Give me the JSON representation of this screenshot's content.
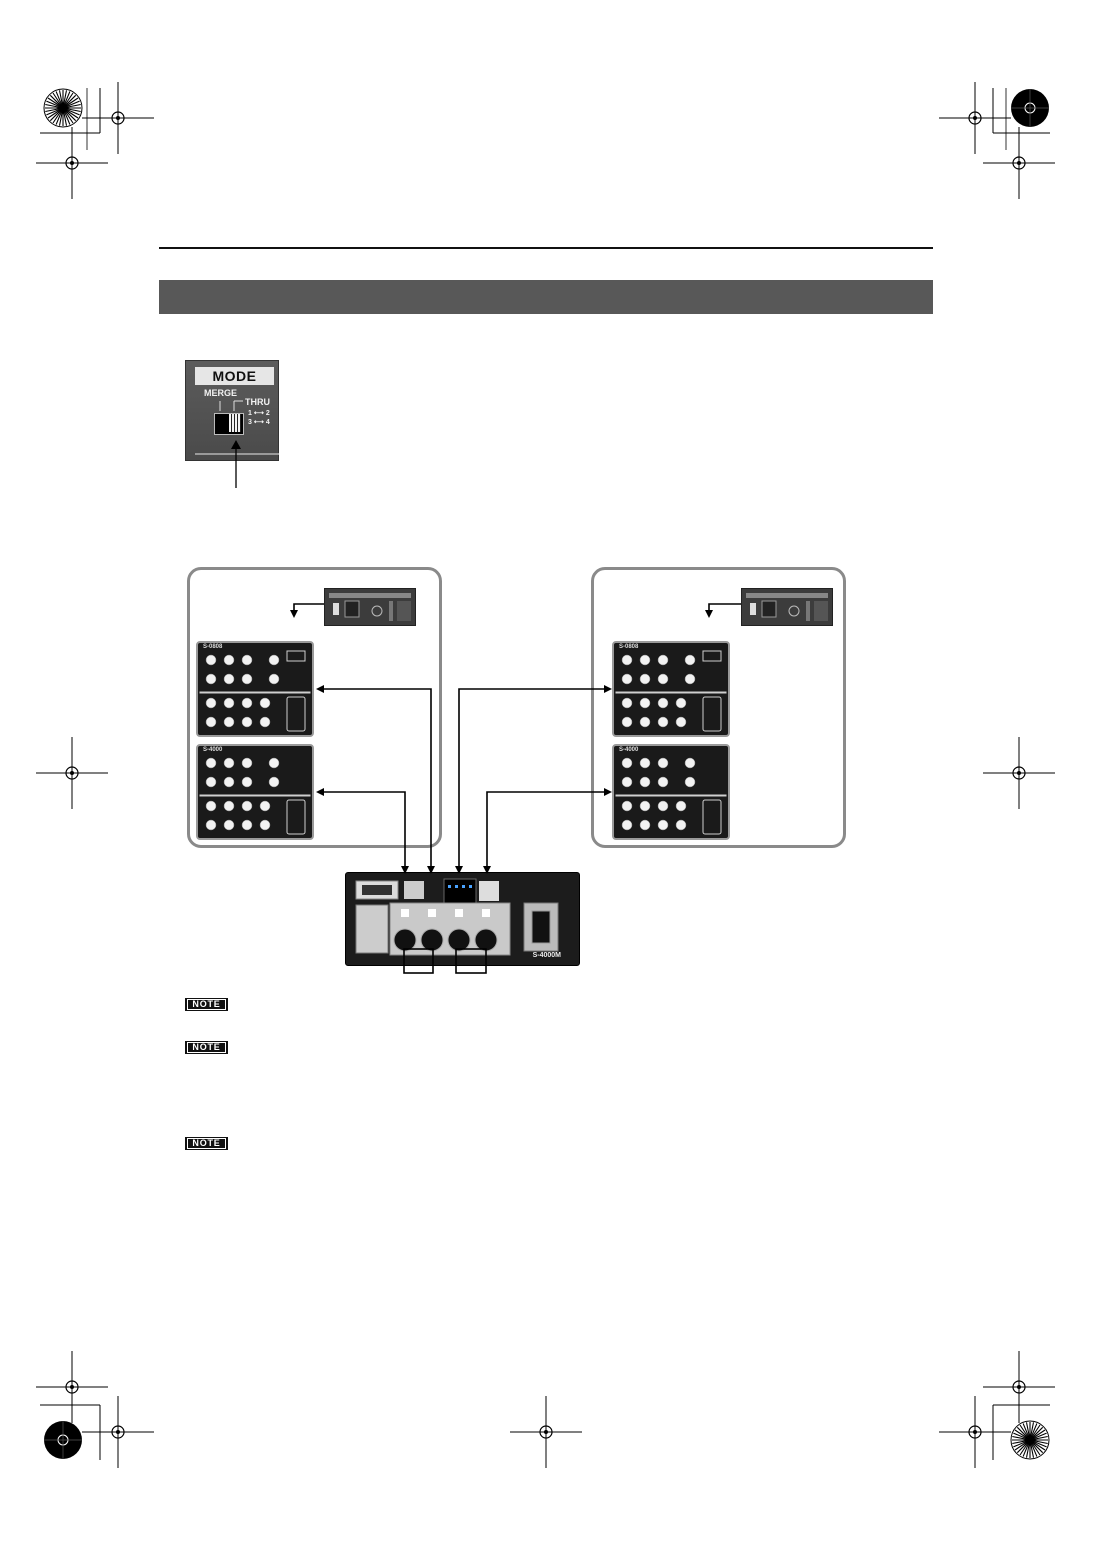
{
  "mode_switch": {
    "title": "MODE",
    "merge_label": "MERGE",
    "thru_label": "THRU",
    "route_1": "1 ⟷ 2",
    "route_2": "3 ⟷ 4"
  },
  "diagram": {
    "stagebox_model_a": "S-0808",
    "stagebox_model_b": "S-4000",
    "main_unit_model": "S-4000M"
  },
  "notes": [
    {
      "badge": "NOTE"
    },
    {
      "badge": "NOTE"
    },
    {
      "badge": "NOTE"
    }
  ],
  "colors": {
    "section_bar": "#585858",
    "group_outline": "#8a8a8a",
    "device_body": "#1a1a1a"
  }
}
